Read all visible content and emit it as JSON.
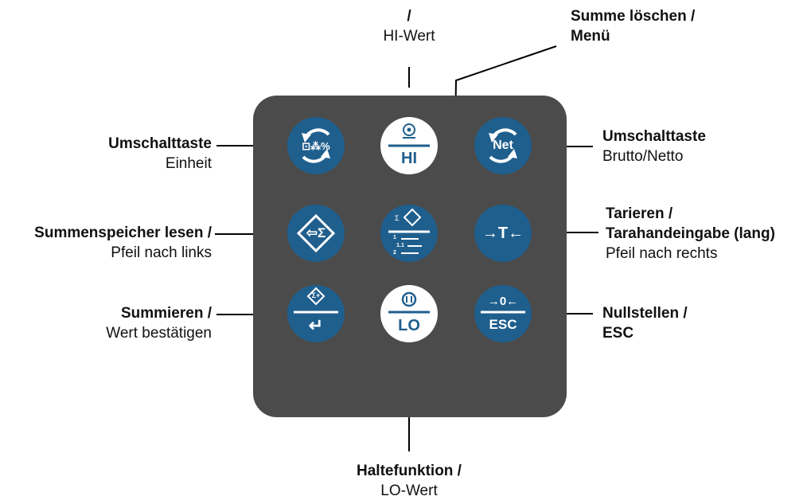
{
  "colors": {
    "panel": "#4b4b4b",
    "key_blue": "#1f5f8e",
    "key_white": "#ffffff",
    "line": "#000000"
  },
  "keys": {
    "unit": {
      "icon": "unit-cycle-icon",
      "text": "⊡⁂%"
    },
    "hi": {
      "icon": "target-icon",
      "text": "HI"
    },
    "net": {
      "icon": "net-cycle-icon",
      "text": "Net"
    },
    "sum_read": {
      "icon": "sum-read-icon",
      "text": "⇦Σ"
    },
    "menu": {
      "icon": "sum-menu-icon",
      "l1": "1",
      "l2": "1.1",
      "l3": "2"
    },
    "tare": {
      "icon": "tare-icon",
      "text": "→T←"
    },
    "sum": {
      "icon": "sum-add-icon",
      "top": "Σ+",
      "bottom": "↵"
    },
    "lo": {
      "icon": "hold-icon",
      "text": "LO"
    },
    "zero": {
      "icon": "zero-icon",
      "top": "→0←",
      "bottom": "ESC"
    }
  },
  "labels": {
    "top_bold": "/",
    "top_normal": "HI-Wert",
    "top_right_l1": "Summe löschen /",
    "top_right_l2": "Menü",
    "unit_bold": "Umschalttaste",
    "unit_normal": "Einheit",
    "net_bold": "Umschalttaste",
    "net_normal": "Brutto/Netto",
    "sum_read_bold": "Summenspeicher lesen /",
    "sum_read_normal": "Pfeil nach links",
    "tare_bold_l1": "Tarieren /",
    "tare_bold_l2": "Tarahandeingabe (lang)",
    "tare_normal": "Pfeil nach rechts",
    "sum_bold": "Summieren /",
    "sum_normal": "Wert bestätigen",
    "zero_bold_l1": "Nullstellen /",
    "zero_bold_l2": "ESC",
    "bottom_bold": "Haltefunktion /",
    "bottom_normal": "LO-Wert"
  }
}
